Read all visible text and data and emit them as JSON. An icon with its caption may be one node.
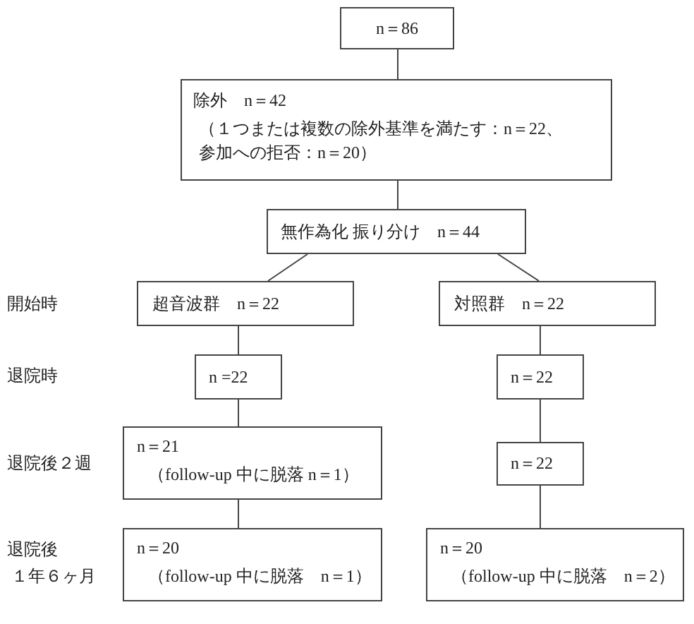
{
  "diagram": {
    "nodes": [
      {
        "text": [
          "n＝86"
        ]
      },
      {
        "text": [
          "除外　n＝42",
          "（１つまたは複数の除外基準を満たす：n＝22、参加への拒否：n＝20）"
        ]
      },
      {
        "text": [
          "無作為化 振り分け　n＝44"
        ]
      },
      {
        "text": [
          "超音波群　n＝22"
        ]
      },
      {
        "text": [
          "対照群　n＝22"
        ]
      },
      {
        "text": [
          "n =22"
        ]
      },
      {
        "text": [
          "n＝22"
        ]
      },
      {
        "text": [
          "n＝21",
          "（follow-up 中に脱落 n＝1）"
        ]
      },
      {
        "text": [
          "n＝22"
        ]
      },
      {
        "text": [
          "n＝20",
          "（follow-up 中に脱落　n＝1）"
        ]
      },
      {
        "text": [
          "n＝20",
          "（follow-up 中に脱落　n＝2）"
        ]
      }
    ],
    "edges": [
      {
        "from": 0,
        "to": 1,
        "arrow": "none"
      },
      {
        "from": 1,
        "to": 2,
        "arrow": "none"
      },
      {
        "from": 2,
        "to": 3,
        "arrow": "none"
      },
      {
        "from": 2,
        "to": 4,
        "arrow": "none"
      },
      {
        "from": 3,
        "to": 5,
        "arrow": "none"
      },
      {
        "from": 4,
        "to": 6,
        "arrow": "none"
      },
      {
        "from": 5,
        "to": 7,
        "arrow": "none"
      },
      {
        "from": 6,
        "to": 8,
        "arrow": "none"
      },
      {
        "from": 7,
        "to": 9,
        "arrow": "none"
      },
      {
        "from": 8,
        "to": 10,
        "arrow": "none"
      }
    ],
    "labels": [
      "開始時",
      "退院時",
      "退院後２週",
      "退院後",
      "１年６ヶ月"
    ]
  }
}
